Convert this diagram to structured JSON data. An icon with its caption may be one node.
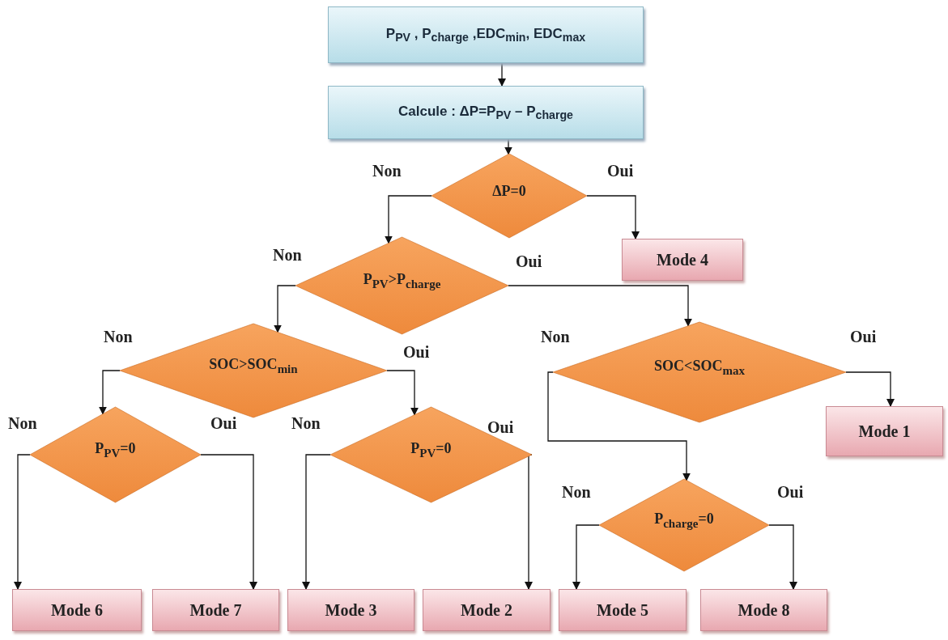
{
  "diagram": {
    "nodes": [
      {
        "text": [
          "P$_{PV}$ , P$_{charge}$ ,EDC$_{min}$, EDC$_{max}$"
        ]
      },
      {
        "text": [
          "Calcule : ΔP=P$_{PV}$ – P$_{charge}$"
        ]
      },
      {
        "text": [
          "ΔP=0"
        ]
      },
      {
        "text": [
          "Mode 4"
        ]
      },
      {
        "text": [
          "P$_{PV}$>P$_{charge}$"
        ]
      },
      {
        "text": [
          "SOC>SOC$_{min}$"
        ]
      },
      {
        "text": [
          "SOC<SOC$_{max}$"
        ]
      },
      {
        "text": [
          "Mode 1"
        ]
      },
      {
        "text": [
          "P$_{PV}$=0"
        ]
      },
      {
        "text": [
          "P$_{PV}$=0"
        ]
      },
      {
        "text": [
          "P$_{charge}$=0"
        ]
      },
      {
        "text": [
          "Mode 6"
        ]
      },
      {
        "text": [
          "Mode 7"
        ]
      },
      {
        "text": [
          "Mode 3"
        ]
      },
      {
        "text": [
          "Mode 2"
        ]
      },
      {
        "text": [
          "Mode 5"
        ]
      },
      {
        "text": [
          "Mode 8"
        ]
      }
    ],
    "edges": [
      {
        "from": 0,
        "to": 1,
        "arrow": "to"
      },
      {
        "from": 1,
        "to": 2,
        "arrow": "to"
      },
      {
        "from": 2,
        "to": 4,
        "arrow": "to",
        "label": "Non"
      },
      {
        "from": 2,
        "to": 3,
        "arrow": "to",
        "label": "Oui"
      },
      {
        "from": 4,
        "to": 5,
        "arrow": "to",
        "label": "Non"
      },
      {
        "from": 4,
        "to": 6,
        "arrow": "to",
        "label": "Oui"
      },
      {
        "from": 5,
        "to": 8,
        "arrow": "to",
        "label": "Non"
      },
      {
        "from": 5,
        "to": 9,
        "arrow": "to",
        "label": "Oui"
      },
      {
        "from": 6,
        "to": 10,
        "arrow": "to",
        "label": "Non"
      },
      {
        "from": 6,
        "to": 7,
        "arrow": "to",
        "label": "Oui"
      },
      {
        "from": 8,
        "to": 11,
        "arrow": "to",
        "label": "Non"
      },
      {
        "from": 8,
        "to": 12,
        "arrow": "to",
        "label": "Oui"
      },
      {
        "from": 9,
        "to": 13,
        "arrow": "to",
        "label": "Non"
      },
      {
        "from": 9,
        "to": 14,
        "arrow": "to",
        "label": "Oui"
      },
      {
        "from": 10,
        "to": 15,
        "arrow": "to",
        "label": "Non"
      },
      {
        "from": 10,
        "to": 16,
        "arrow": "to",
        "label": "Oui"
      }
    ]
  }
}
